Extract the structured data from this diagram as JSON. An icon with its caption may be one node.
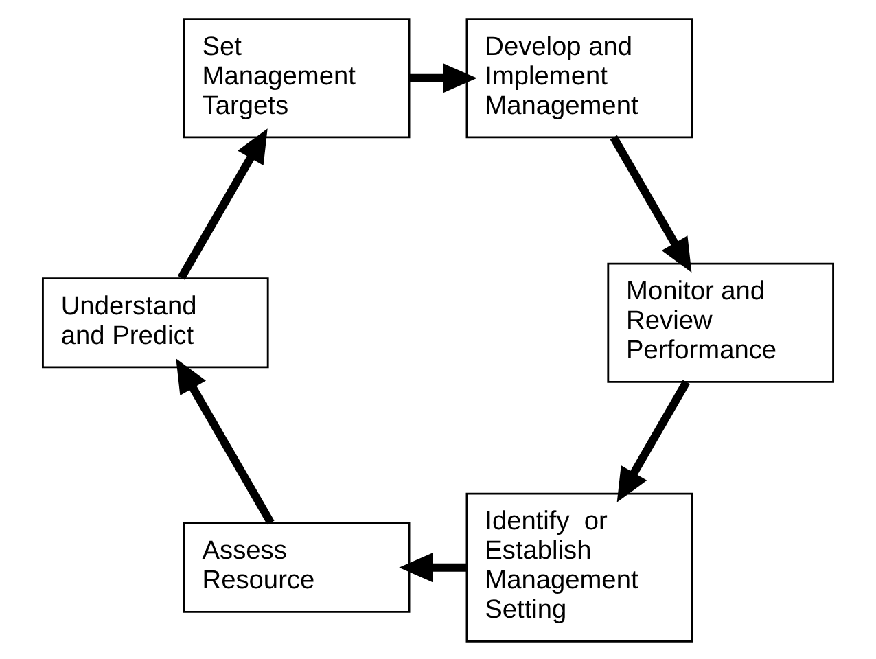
{
  "diagram": {
    "nodes": [
      {
        "text": [
          "Identify  or Establish Management Setting"
        ]
      },
      {
        "text": [
          "Assess Resource"
        ]
      },
      {
        "text": [
          "Understand and Predict"
        ]
      },
      {
        "text": [
          "Set Management Targets"
        ]
      },
      {
        "text": [
          "Develop and Implement Management"
        ]
      },
      {
        "text": [
          "Monitor and Review Performance"
        ]
      }
    ],
    "edges": [
      {
        "from": 0,
        "to": 1,
        "arrow": "to"
      },
      {
        "from": 1,
        "to": 2,
        "arrow": "to"
      },
      {
        "from": 2,
        "to": 3,
        "arrow": "to"
      },
      {
        "from": 3,
        "to": 4,
        "arrow": "to"
      },
      {
        "from": 4,
        "to": 5,
        "arrow": "to"
      },
      {
        "from": 5,
        "to": 0,
        "arrow": "to"
      }
    ]
  }
}
